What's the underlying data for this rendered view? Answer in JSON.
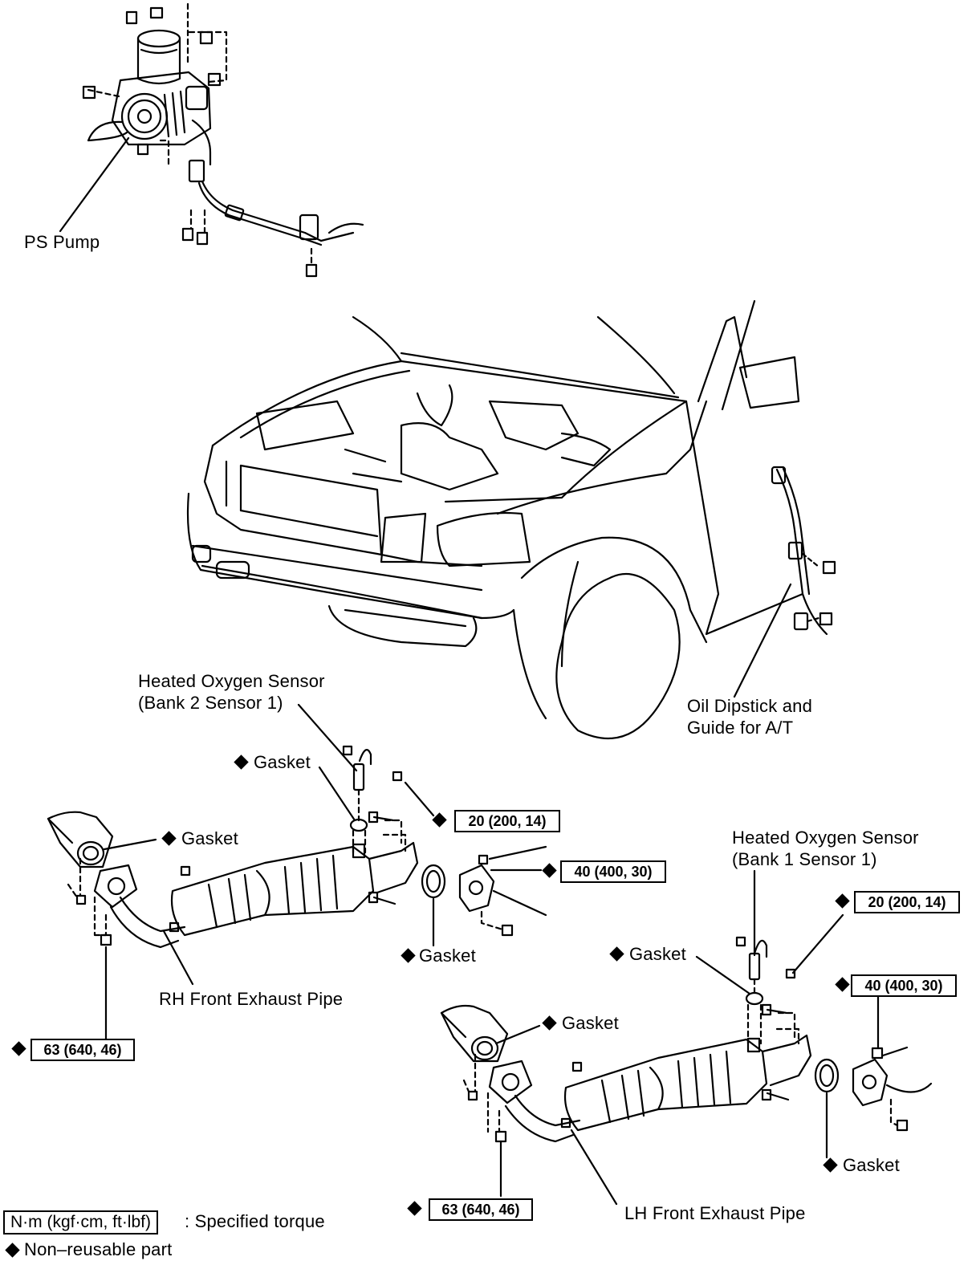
{
  "labels": {
    "ps_pump": "PS Pump",
    "ho2s_bank2_line1": "Heated Oxygen Sensor",
    "ho2s_bank2_line2": "(Bank 2 Sensor 1)",
    "ho2s_bank1_line1": "Heated Oxygen Sensor",
    "ho2s_bank1_line2": "(Bank 1 Sensor 1)",
    "dipstick_line1": "Oil Dipstick and",
    "dipstick_line2": "Guide for A/T",
    "gasket": "Gasket",
    "rh_pipe": "RH Front Exhaust Pipe",
    "lh_pipe": "LH Front Exhaust Pipe"
  },
  "torques": {
    "sensor_bank2": "20 (200, 14)",
    "flange_rh": "40 (400, 30)",
    "manifold_rh": "63 (640, 46)",
    "sensor_bank1": "20 (200, 14)",
    "flange_lh": "40 (400, 30)",
    "manifold_lh": "63 (640, 46)"
  },
  "legend": {
    "torque_unit": "N·m (kgf·cm, ft·lbf)",
    "torque_text": ": Specified torque",
    "non_reusable_text": "Non–reusable part"
  }
}
